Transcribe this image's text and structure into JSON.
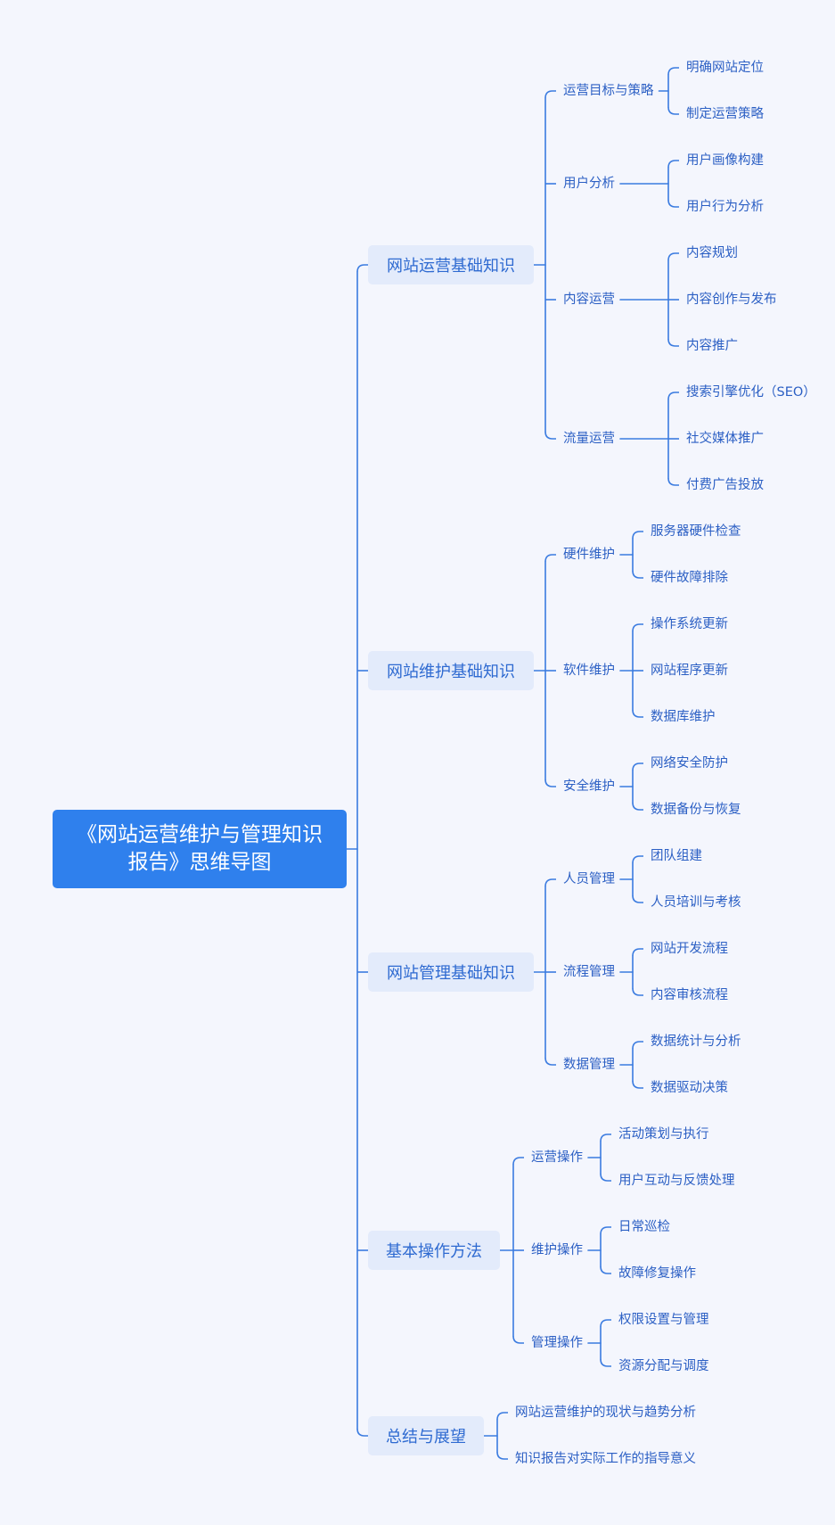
{
  "colors": {
    "line": "#3a7be0",
    "root_bg": "#2f80ed",
    "branch_bg": "#e3ebfb",
    "text": "#2b5fc4",
    "background": "#f4f6fd"
  },
  "root": {
    "title": "《网站运营维护与管理知识报告》思维导图"
  },
  "branches": [
    {
      "label": "网站运营基础知识",
      "children": [
        {
          "label": "运营目标与策略",
          "children": [
            "明确网站定位",
            "制定运营策略"
          ]
        },
        {
          "label": "用户分析",
          "children": [
            "用户画像构建",
            "用户行为分析"
          ]
        },
        {
          "label": "内容运营",
          "children": [
            "内容规划",
            "内容创作与发布",
            "内容推广"
          ]
        },
        {
          "label": "流量运营",
          "children": [
            "搜索引擎优化（SEO）",
            "社交媒体推广",
            "付费广告投放"
          ]
        }
      ]
    },
    {
      "label": "网站维护基础知识",
      "children": [
        {
          "label": "硬件维护",
          "children": [
            "服务器硬件检查",
            "硬件故障排除"
          ]
        },
        {
          "label": "软件维护",
          "children": [
            "操作系统更新",
            "网站程序更新",
            "数据库维护"
          ]
        },
        {
          "label": "安全维护",
          "children": [
            "网络安全防护",
            "数据备份与恢复"
          ]
        }
      ]
    },
    {
      "label": "网站管理基础知识",
      "children": [
        {
          "label": "人员管理",
          "children": [
            "团队组建",
            "人员培训与考核"
          ]
        },
        {
          "label": "流程管理",
          "children": [
            "网站开发流程",
            "内容审核流程"
          ]
        },
        {
          "label": "数据管理",
          "children": [
            "数据统计与分析",
            "数据驱动决策"
          ]
        }
      ]
    },
    {
      "label": "基本操作方法",
      "children": [
        {
          "label": "运营操作",
          "children": [
            "活动策划与执行",
            "用户互动与反馈处理"
          ]
        },
        {
          "label": "维护操作",
          "children": [
            "日常巡检",
            "故障修复操作"
          ]
        },
        {
          "label": "管理操作",
          "children": [
            "权限设置与管理",
            "资源分配与调度"
          ]
        }
      ]
    },
    {
      "label": "总结与展望",
      "children": [
        {
          "label": "网站运营维护的现状与趋势分析",
          "children": []
        },
        {
          "label": "知识报告对实际工作的指导意义",
          "children": []
        }
      ]
    }
  ]
}
